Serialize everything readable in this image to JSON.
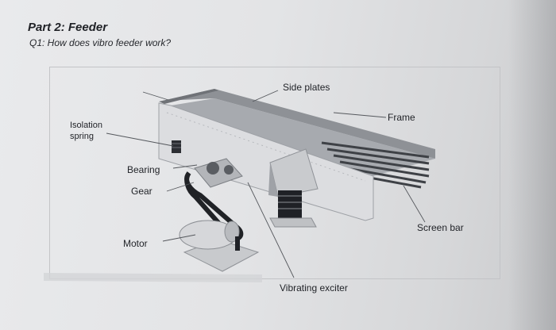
{
  "document": {
    "heading": "Part 2: Feeder",
    "question": "Q1: How does vibro feeder work?"
  },
  "figure": {
    "labels": {
      "side_plates": "Side plates",
      "frame": "Frame",
      "isolation_line1": "Isolation",
      "isolation_line2": "spring",
      "bearing": "Bearing",
      "gear": "Gear",
      "motor": "Motor",
      "screen_bar": "Screen bar",
      "vibrating_exciter": "Vibrating exciter"
    }
  }
}
